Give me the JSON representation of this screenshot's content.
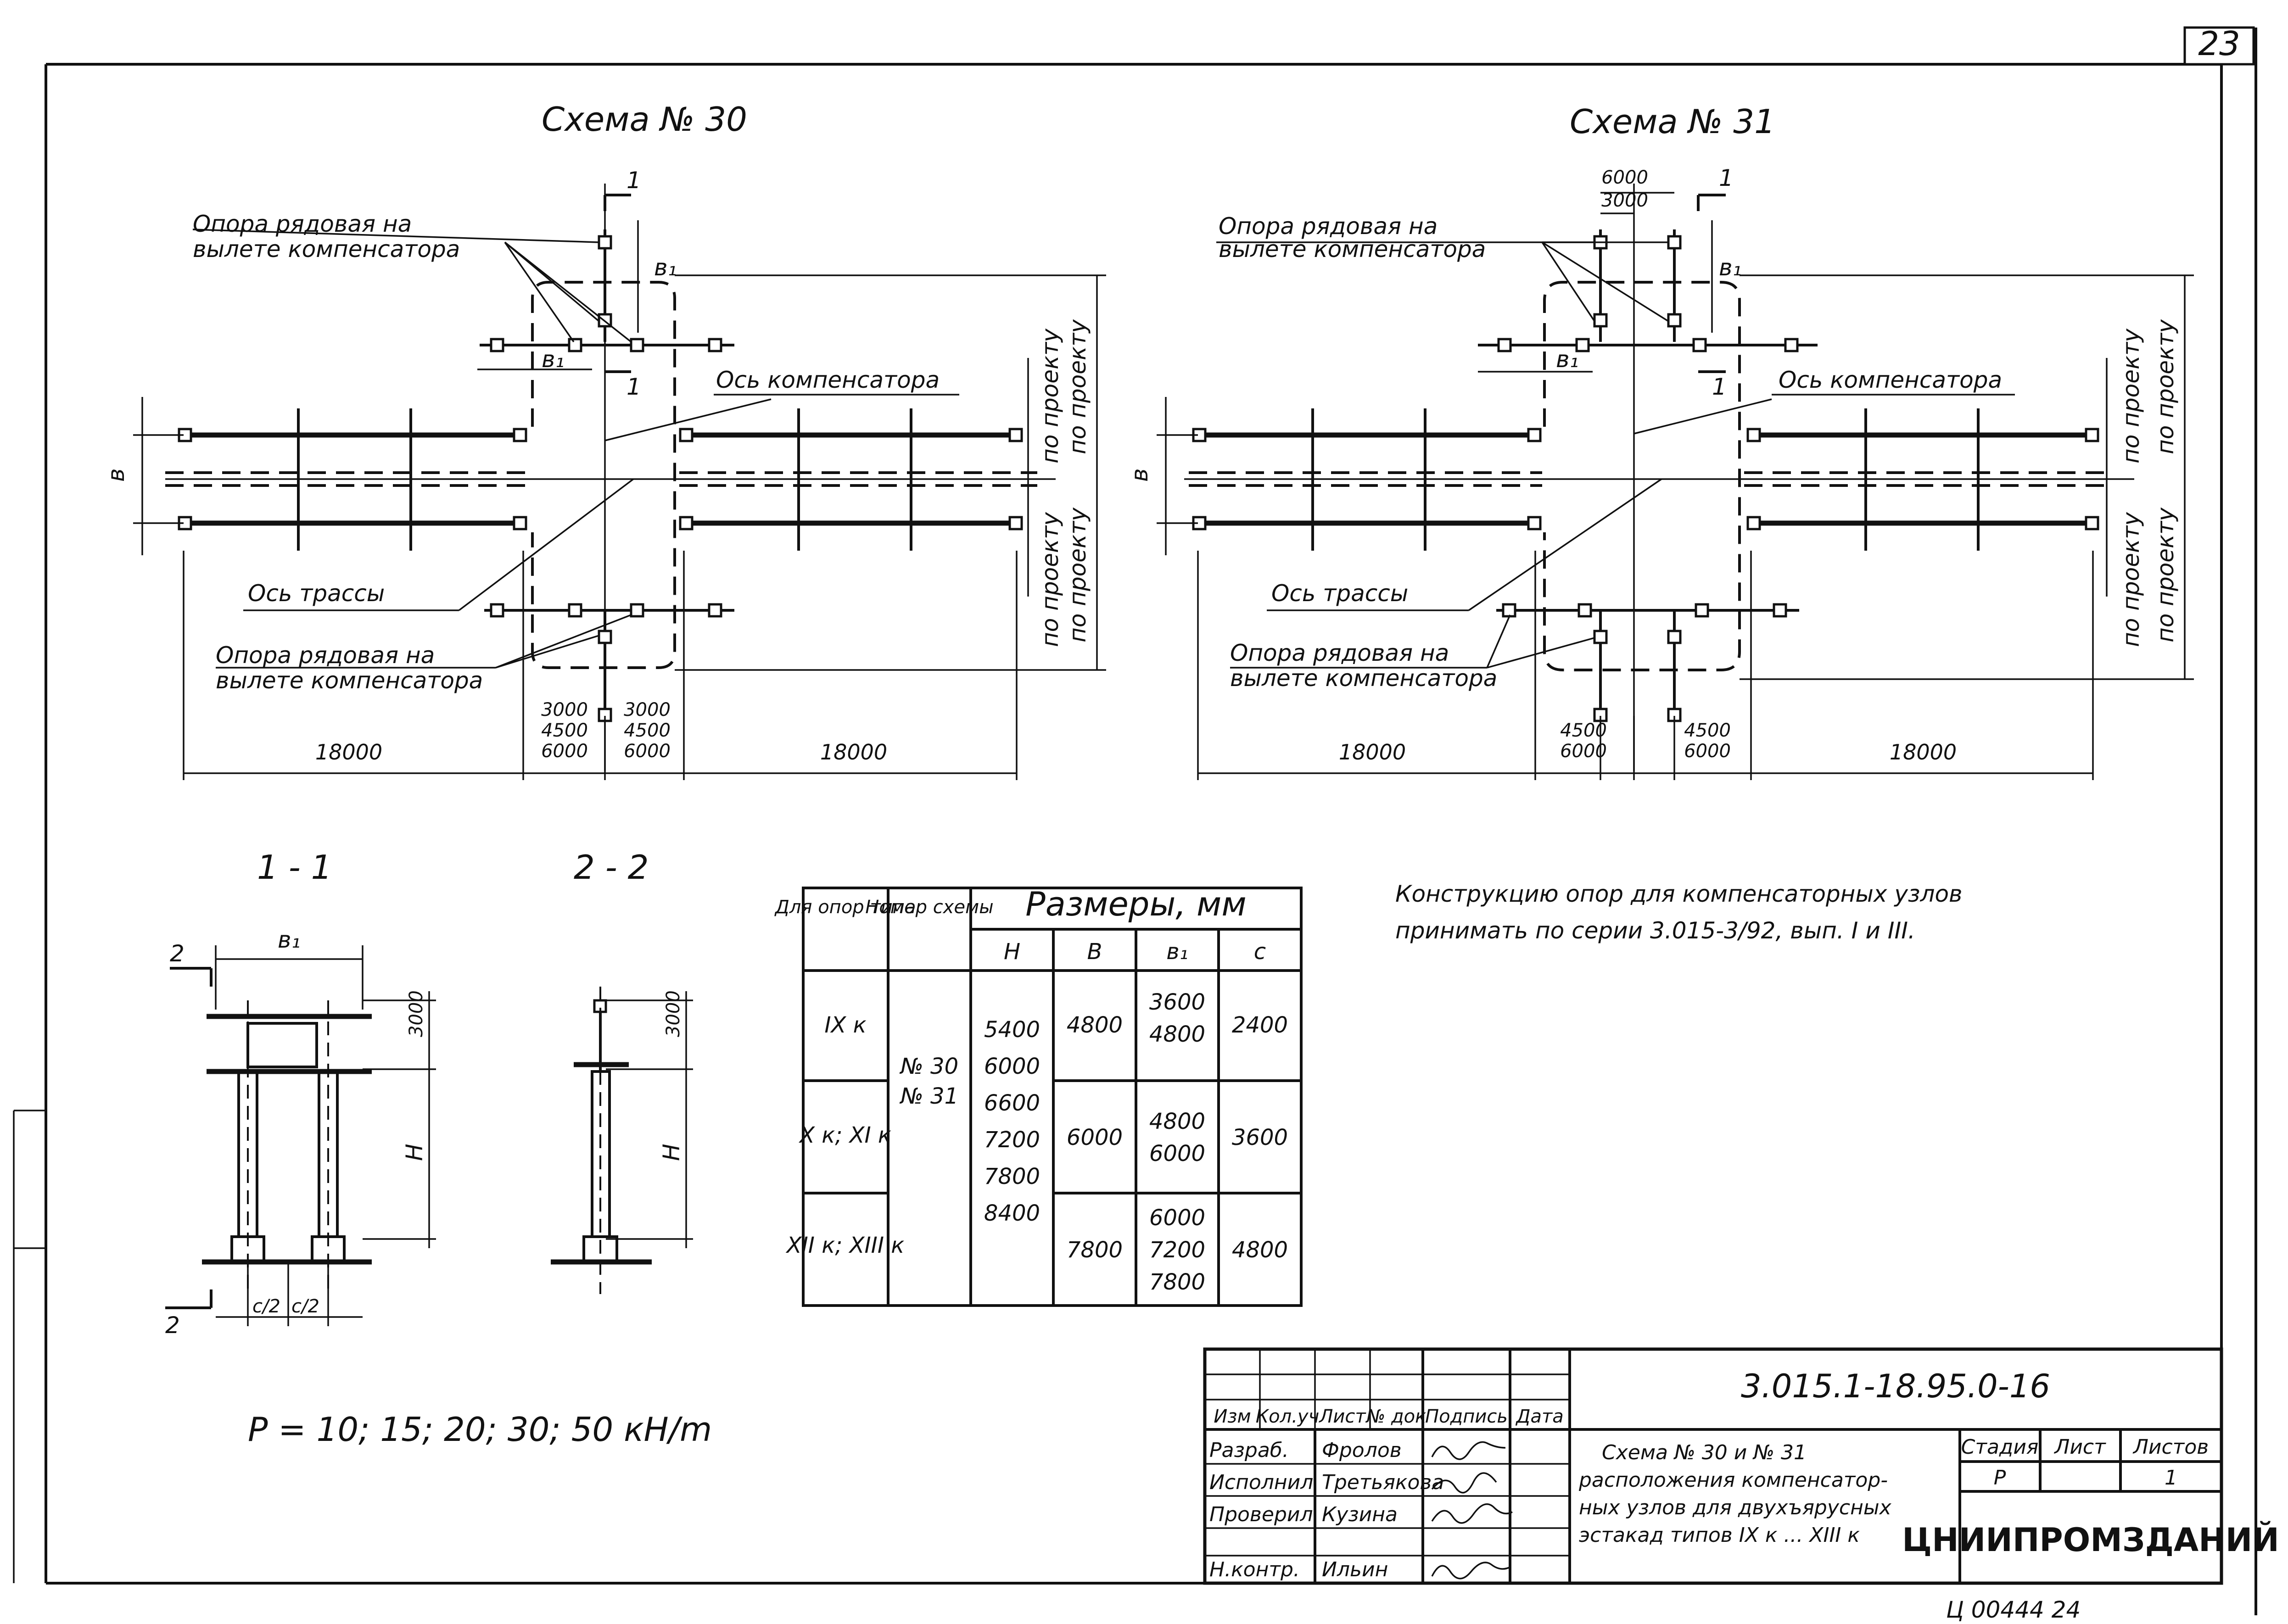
{
  "page_number": "23",
  "scheme30": {
    "title": "Схема № 30",
    "support_label_top_1": "Опора рядовая на",
    "support_label_top_2": "вылете компенсатора",
    "support_label_bot_1": "Опора рядовая на",
    "support_label_bot_2": "вылете компенсатора",
    "comp_axis": "Ось компенсатора",
    "route_axis": "Ось трассы",
    "section_mark": "1",
    "b_label": "в",
    "b1_label": "в₁",
    "per_project_1": "по проекту",
    "per_project_2": "по проекту",
    "dim_left": "18000",
    "dim_right": "18000",
    "dim_mid_left": [
      "3000",
      "4500",
      "6000"
    ],
    "dim_mid_right": [
      "3000",
      "4500",
      "6000"
    ]
  },
  "scheme31": {
    "title": "Схема № 31",
    "dim_top_1": "6000",
    "dim_top_2": "3000",
    "support_label_top_1": "Опора рядовая на",
    "support_label_top_2": "вылете компенсатора",
    "support_label_bot_1": "Опора рядовая на",
    "support_label_bot_2": "вылете компенсатора",
    "comp_axis": "Ось компенсатора",
    "route_axis": "Ось трассы",
    "section_mark": "1",
    "b_label": "в",
    "b1_label": "в₁",
    "per_project_1": "по проекту",
    "per_project_2": "по проекту",
    "dim_left": "18000",
    "dim_right": "18000",
    "dim_mid_left": [
      "4500",
      "6000"
    ],
    "dim_mid_right": [
      "4500",
      "6000"
    ]
  },
  "sections": {
    "s11": "1 - 1",
    "s22": "2 - 2",
    "b1": "в₁",
    "h": "H",
    "h3000": "3000",
    "c2": "c/2",
    "mark2": "2"
  },
  "table": {
    "headers": [
      "Для опор типа",
      "Номер схемы",
      "Размеры, мм"
    ],
    "subheaders": [
      "H",
      "B",
      "в₁",
      "c"
    ],
    "type_rows": [
      "IX к",
      "X к; XI к",
      "XII к; XIII к"
    ],
    "scheme_numbers": [
      "№ 30",
      "№ 31"
    ],
    "h_values": [
      "5400",
      "6000",
      "6600",
      "7200",
      "7800",
      "8400"
    ],
    "b_values": [
      "4800",
      "6000",
      "7800"
    ],
    "b1_values": [
      [
        "3600",
        "4800"
      ],
      [
        "4800",
        "6000"
      ],
      [
        "6000",
        "7200",
        "7800"
      ]
    ],
    "c_values": [
      "2400",
      "3600",
      "4800"
    ]
  },
  "note_line1": "Конструкцию опор для компенсаторных узлов",
  "note_line2": "принимать по серии 3.015-3/92, вып. I и III.",
  "loads": "P = 10; 15; 20; 30; 50 кН/m",
  "title_block": {
    "doc_code": "3.015.1-18.95.0-16",
    "cols": [
      "Изм",
      "Кол.уч",
      "Лист",
      "№ док",
      "Подпись",
      "Дата"
    ],
    "roles": [
      "Разраб.",
      "Исполнил",
      "Проверил",
      "Н.контр."
    ],
    "names": [
      "Фролов",
      "Третьякова",
      "Кузина",
      "Ильин"
    ],
    "desc_lines": [
      "Схема № 30 и № 31",
      "расположения компенсатор-",
      "ных узлов для двухъярусных",
      "эстакад типов IX к ... XIII к"
    ],
    "stage_label": "Стадия",
    "sheet_label": "Лист",
    "sheets_label": "Листов",
    "stage": "Р",
    "sheets": "1",
    "org": "ЦНИИПРОМЗДАНИЙ"
  },
  "archive_code": "Ц 00444  24"
}
